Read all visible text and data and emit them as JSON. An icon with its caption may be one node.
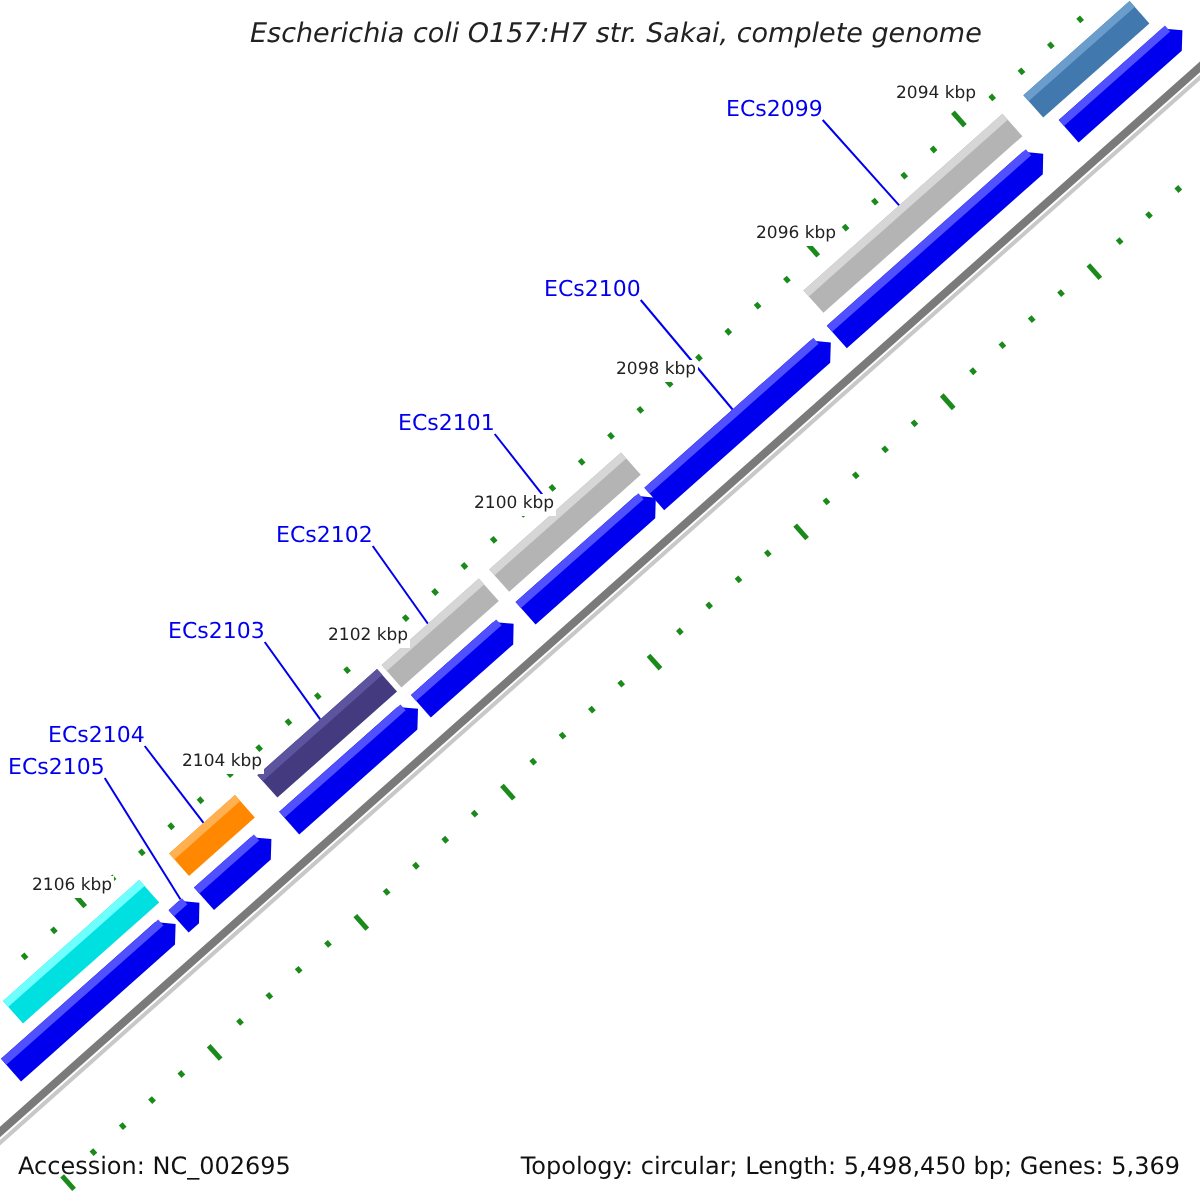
{
  "diagram": {
    "title": "Escherichia coli O157:H7 str. Sakai, complete genome",
    "nodes": [
      {
        "text": [
          "ECs2099"
        ]
      },
      {
        "text": [
          "ECs2100"
        ]
      },
      {
        "text": [
          "ECs2101"
        ]
      },
      {
        "text": [
          "ECs2102"
        ]
      },
      {
        "text": [
          "ECs2103"
        ]
      },
      {
        "text": [
          "ECs2104"
        ]
      },
      {
        "text": [
          "ECs2105"
        ]
      },
      {
        "text": [],
        "shape": "bar"
      },
      {
        "text": [],
        "shape": "arrow"
      },
      {
        "text": [],
        "shape": "bar"
      },
      {
        "text": [],
        "shape": "arrow"
      },
      {
        "text": [],
        "shape": "arrow"
      },
      {
        "text": [],
        "shape": "bar"
      },
      {
        "text": [],
        "shape": "arrow"
      },
      {
        "text": [],
        "shape": "bar"
      },
      {
        "text": [],
        "shape": "arrow"
      },
      {
        "text": [],
        "shape": "bar"
      },
      {
        "text": [],
        "shape": "arrow"
      },
      {
        "text": [],
        "shape": "bar"
      },
      {
        "text": [],
        "shape": "arrow"
      },
      {
        "text": [],
        "shape": "arrow"
      },
      {
        "text": [],
        "shape": "bar"
      },
      {
        "text": [],
        "shape": "arrow"
      }
    ],
    "edges": [
      {
        "from": 0,
        "to": 9,
        "arrow": "none"
      },
      {
        "from": 1,
        "to": 11,
        "arrow": "none"
      },
      {
        "from": 2,
        "to": 12,
        "arrow": "none"
      },
      {
        "from": 3,
        "to": 14,
        "arrow": "none"
      },
      {
        "from": 4,
        "to": 16,
        "arrow": "none"
      },
      {
        "from": 5,
        "to": 18,
        "arrow": "none"
      },
      {
        "from": 6,
        "to": 20,
        "arrow": "none"
      }
    ],
    "labels": [
      "2094 kbp",
      "2096 kbp",
      "2098 kbp",
      "2100 kbp",
      "2102 kbp",
      "2104 kbp",
      "2106 kbp",
      "Accession: NC_002695",
      "Topology: circular; Length: 5,498,450 bp; Genes: 5,369"
    ]
  }
}
